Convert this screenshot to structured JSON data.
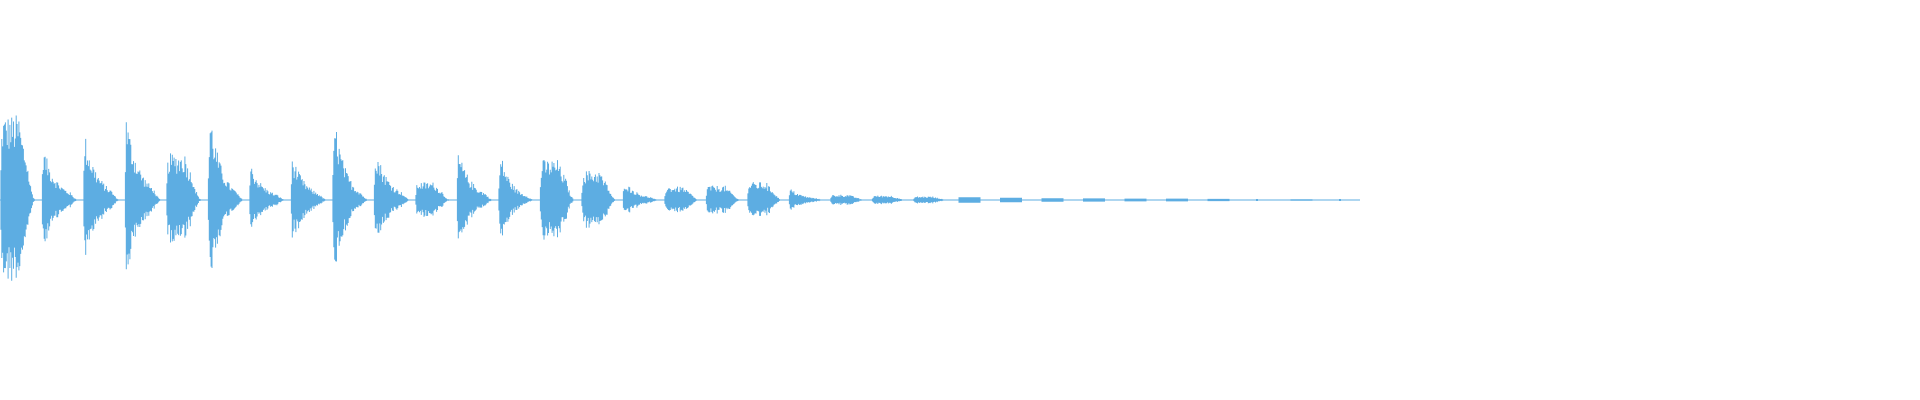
{
  "waveform": {
    "color": "#5DADE2",
    "background": "#FFFFFF",
    "segments": [
      {
        "amplitude": 0.95,
        "shape": "hold"
      },
      {
        "amplitude": 0.6,
        "shape": "decay"
      },
      {
        "amplitude": 0.75,
        "shape": "decay"
      },
      {
        "amplitude": 0.95,
        "shape": "decay"
      },
      {
        "amplitude": 0.52,
        "shape": "hold"
      },
      {
        "amplitude": 1.0,
        "shape": "burst"
      },
      {
        "amplitude": 0.4,
        "shape": "decay"
      },
      {
        "amplitude": 0.5,
        "shape": "decay"
      },
      {
        "amplitude": 0.92,
        "shape": "burst"
      },
      {
        "amplitude": 0.6,
        "shape": "decay"
      },
      {
        "amplitude": 0.2,
        "shape": "hold"
      },
      {
        "amplitude": 0.55,
        "shape": "decay"
      },
      {
        "amplitude": 0.52,
        "shape": "burst"
      },
      {
        "amplitude": 0.45,
        "shape": "hold"
      },
      {
        "amplitude": 0.33,
        "shape": "hold"
      },
      {
        "amplitude": 0.22,
        "shape": "decay"
      },
      {
        "amplitude": 0.15,
        "shape": "hold"
      },
      {
        "amplitude": 0.16,
        "shape": "hold"
      },
      {
        "amplitude": 0.2,
        "shape": "hold"
      },
      {
        "amplitude": 0.13,
        "shape": "decay"
      },
      {
        "amplitude": 0.06,
        "shape": "hold"
      },
      {
        "amplitude": 0.05,
        "shape": "hold"
      },
      {
        "amplitude": 0.04,
        "shape": "hold"
      },
      {
        "amplitude": 0.03,
        "shape": "hold"
      },
      {
        "amplitude": 0.025,
        "shape": "hold"
      },
      {
        "amplitude": 0.02,
        "shape": "hold"
      },
      {
        "amplitude": 0.018,
        "shape": "hold"
      },
      {
        "amplitude": 0.015,
        "shape": "hold"
      },
      {
        "amplitude": 0.015,
        "shape": "hold"
      },
      {
        "amplitude": 0.012,
        "shape": "hold"
      },
      {
        "amplitude": 0.015,
        "shape": "dot"
      },
      {
        "amplitude": 0.0,
        "shape": "hold"
      },
      {
        "amplitude": 0.012,
        "shape": "dot"
      }
    ]
  }
}
